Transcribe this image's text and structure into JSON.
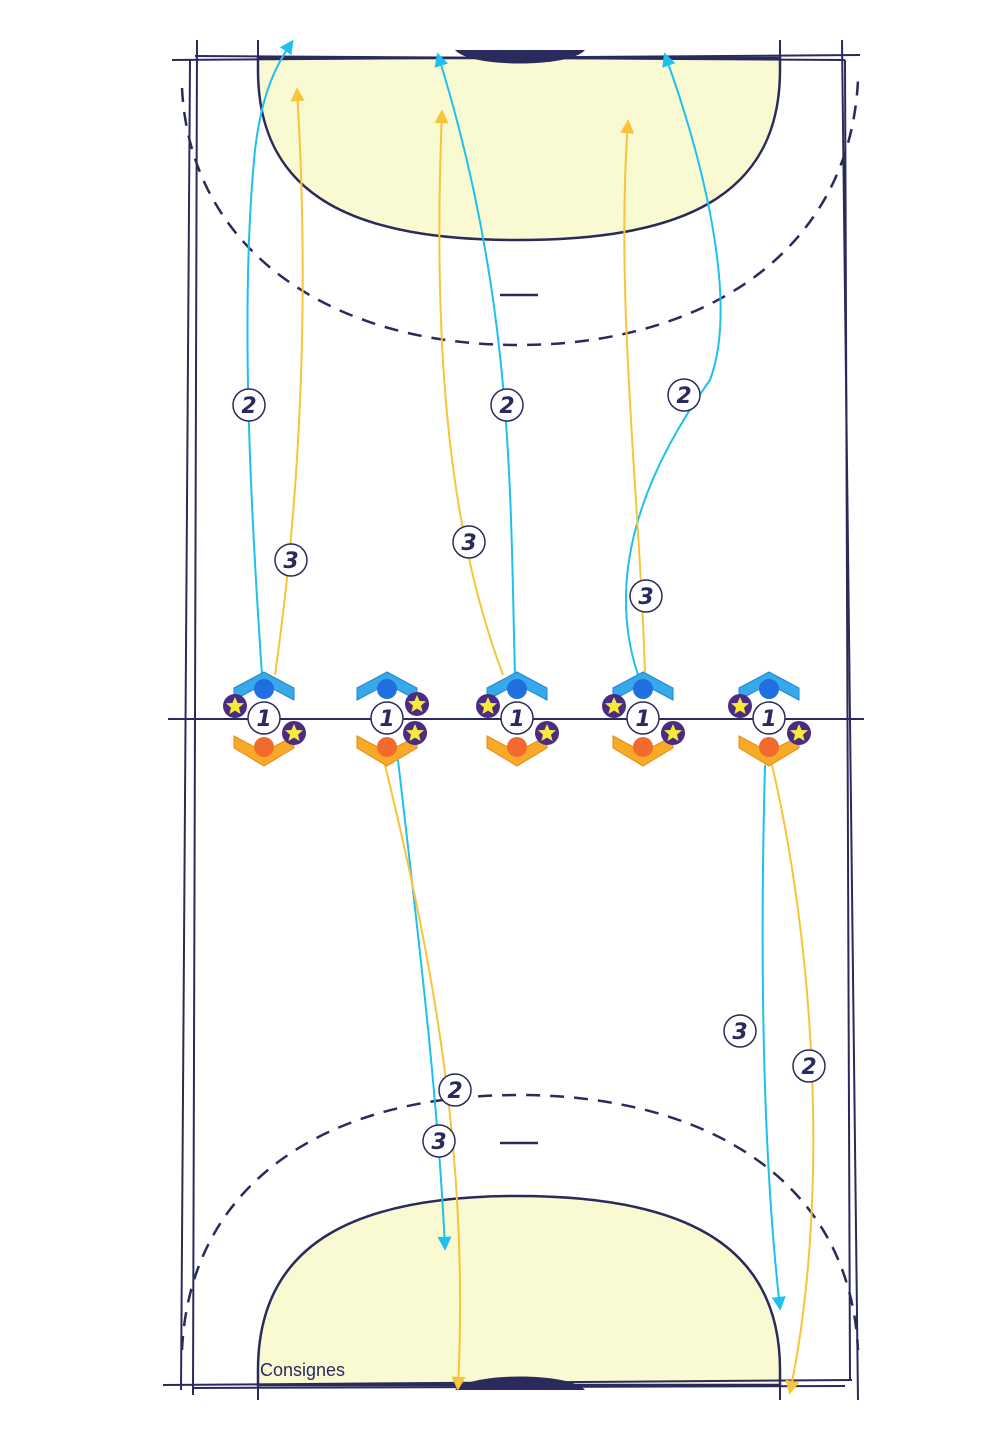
{
  "caption": "Consignes",
  "colors": {
    "line": "#2a2a5c",
    "zone_fill": "#fafad2",
    "attack_path": "#1ec0ee",
    "defense_path": "#f8c43a",
    "attack_player": "#1f6fe0",
    "defense_player": "#f26a2e",
    "attack_chevron": "#37a9ea",
    "defense_chevron": "#f7a928",
    "star": "#f6ea3b",
    "star_ring": "#4a2c83"
  },
  "icons": {
    "attacker": "blue-player-chevron-icon",
    "defender": "orange-player-chevron-icon",
    "star": "star-badge-icon",
    "step_marker": "numbered-circle-icon"
  },
  "players_group_count": 5,
  "steps": {
    "start": "1",
    "sprint": "2",
    "follow": "3"
  },
  "groups": [
    {
      "label": "1",
      "direction": "up",
      "blue_path_label": "2",
      "yellow_path_label": "3"
    },
    {
      "label": "1",
      "direction": "down",
      "blue_path_label": "3",
      "yellow_path_label": "2"
    },
    {
      "label": "1",
      "direction": "up",
      "blue_path_label": "2",
      "yellow_path_label": "3"
    },
    {
      "label": "1",
      "direction": "up",
      "blue_path_label": "2",
      "yellow_path_label": "3"
    },
    {
      "label": "1",
      "direction": "down",
      "blue_path_label": "3",
      "yellow_path_label": "2"
    }
  ]
}
